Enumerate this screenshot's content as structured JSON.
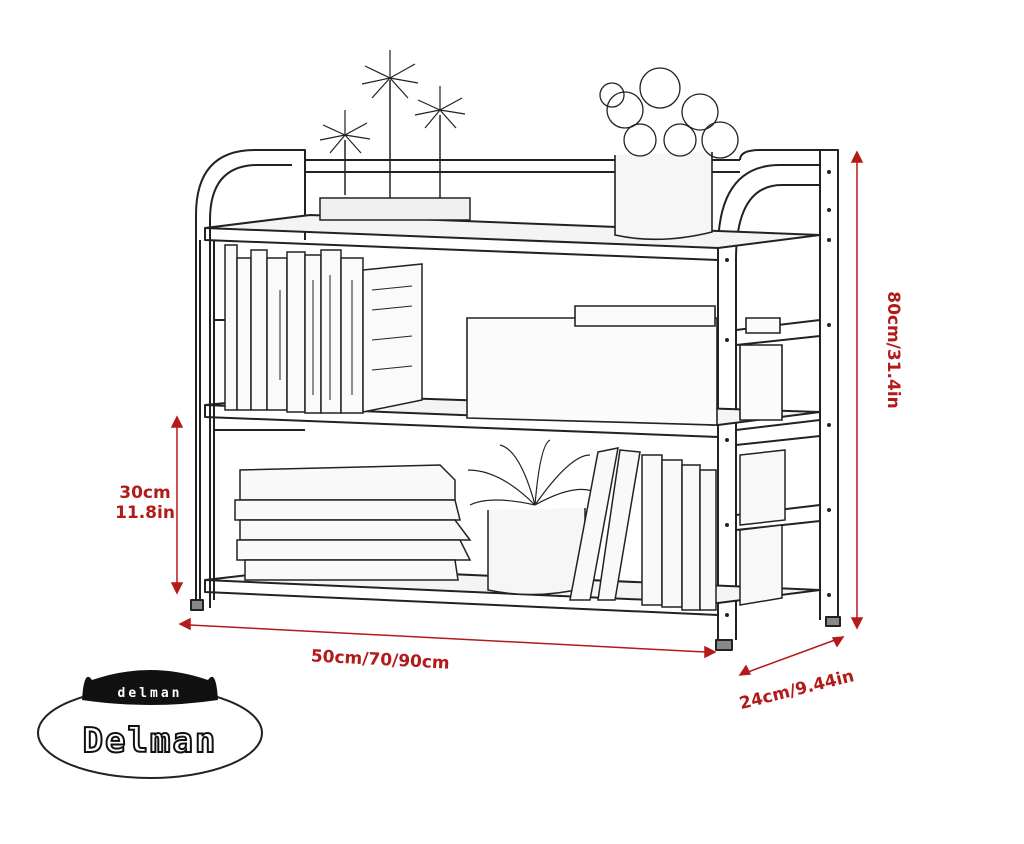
{
  "colors": {
    "dimension": "#b31b1b",
    "line": "#222222",
    "paper": "#ffffff"
  },
  "dimensions": {
    "height": "80cm/31.4in",
    "shelf_gap_cm": "30cm",
    "shelf_gap_in": "11.8in",
    "width": "50cm/70/90cm",
    "depth": "24cm/9.44in"
  },
  "logo": {
    "small_text": "delman",
    "main_text": "Delman"
  },
  "illustration": {
    "subject": "3-tier bookshelf sketch",
    "icons": [
      "flower-vase-icon",
      "potted-plant-icon",
      "book-stack-icon",
      "storage-box-icon"
    ]
  }
}
